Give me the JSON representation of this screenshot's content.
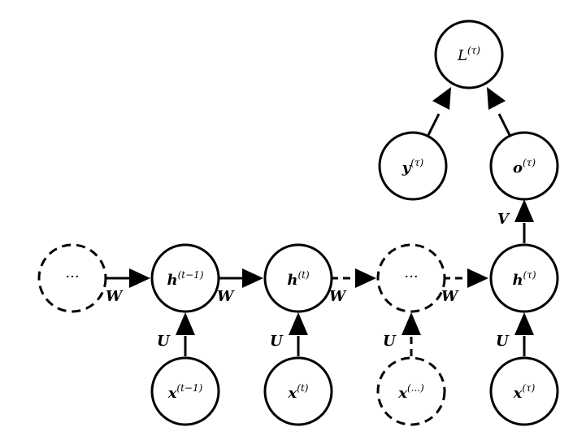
{
  "nodes": {
    "ellipsis_left": {
      "base": "···",
      "sup": ""
    },
    "h_prev": {
      "base": "h",
      "sup": "(t−1)"
    },
    "h_t": {
      "base": "h",
      "sup": "(t)"
    },
    "h_mid": {
      "base": "···",
      "sup": ""
    },
    "h_tau": {
      "base": "h",
      "sup": "(τ)"
    },
    "x_prev": {
      "base": "x",
      "sup": "(t−1)"
    },
    "x_t": {
      "base": "x",
      "sup": "(t)"
    },
    "x_mid": {
      "base": "x",
      "sup": "(...)"
    },
    "x_tau": {
      "base": "x",
      "sup": "(τ)"
    },
    "o_tau": {
      "base": "o",
      "sup": "(τ)"
    },
    "y_tau": {
      "base": "y",
      "sup": "(τ)"
    },
    "L_tau": {
      "base": "L",
      "sup": "(τ)"
    }
  },
  "edge_labels": {
    "W": "W",
    "U": "U",
    "V": "V"
  },
  "colors": {
    "stroke": "#000000",
    "fill": "#ffffff"
  }
}
